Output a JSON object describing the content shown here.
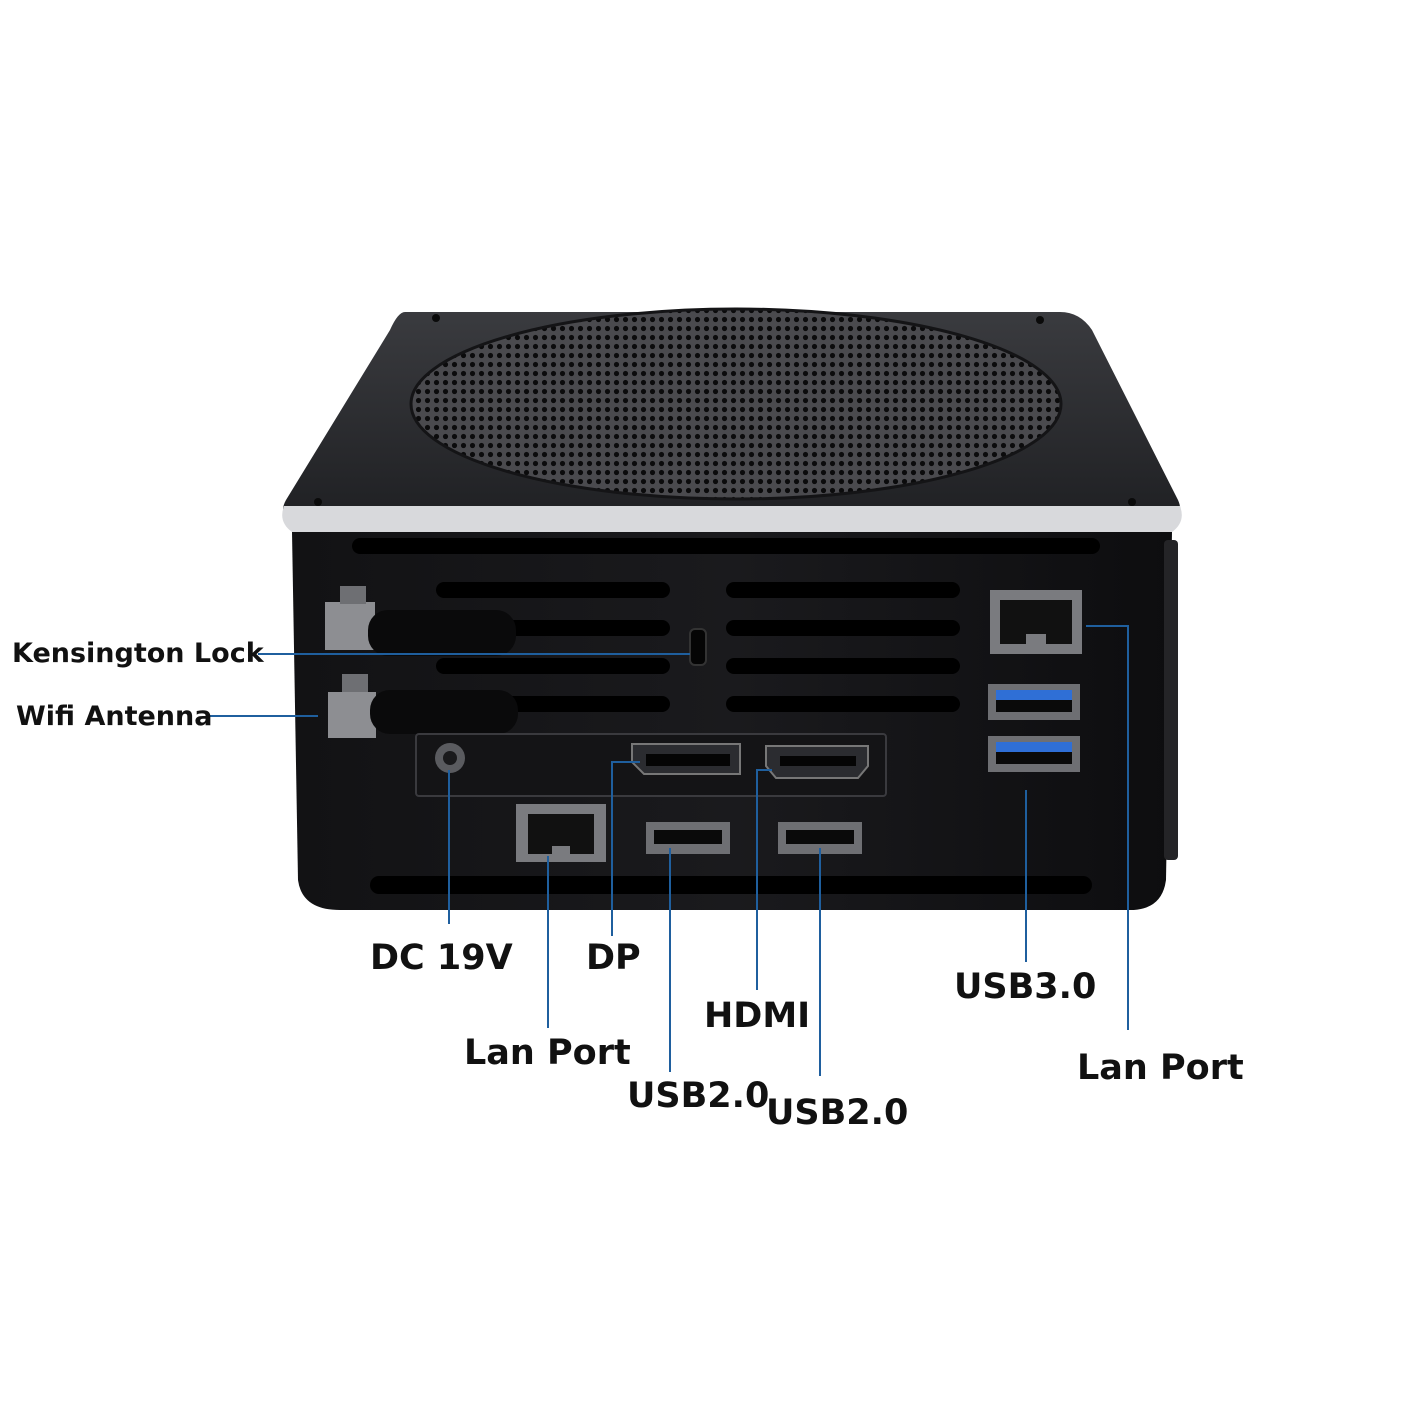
{
  "labels": {
    "kensington_lock": "Kensington Lock",
    "wifi_antenna": "Wifi Antenna",
    "dc_19v": "DC 19V",
    "dp": "DP",
    "hdmi": "HDMI",
    "lan_port_front": "Lan Port",
    "usb2_left": "USB2.0",
    "usb2_right": "USB2.0",
    "usb3": "USB3.0",
    "lan_port_side": "Lan Port"
  },
  "colors": {
    "leader_line": "#1f5f9e",
    "chassis": "#0c0c0e",
    "top_lid": "#2a2b2e",
    "usb3_blue": "#2f6fd6",
    "label_text": "#111111"
  },
  "icons": {
    "device": "mini-pc-rear-view",
    "antenna": "wifi-antenna-icon",
    "lock_slot": "kensington-slot-icon"
  }
}
